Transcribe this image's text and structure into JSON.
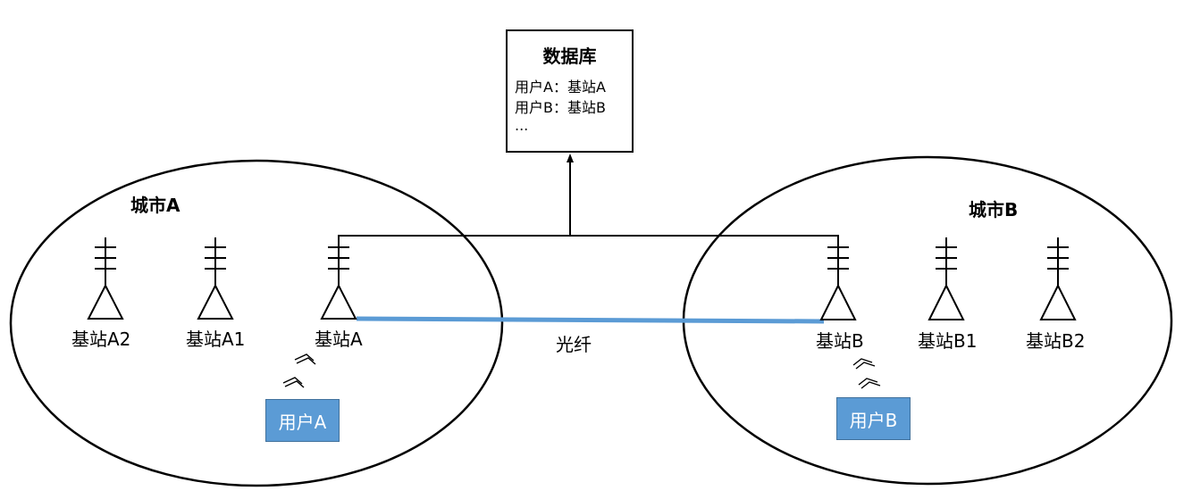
{
  "database": {
    "title": "数据库",
    "lines": [
      "用户A：基站A",
      "用户B：基站B",
      "..."
    ]
  },
  "cities": {
    "a": {
      "label": "城市A"
    },
    "b": {
      "label": "城市B"
    }
  },
  "stations": {
    "a2": "基站A2",
    "a1": "基站A1",
    "a": "基站A",
    "b": "基站B",
    "b1": "基站B1",
    "b2": "基站B2"
  },
  "fiber": {
    "label": "光纤",
    "color": "#5b9bd5"
  },
  "users": {
    "a": "用户A",
    "b": "用户B"
  },
  "colors": {
    "user_box": "#5b9bd5",
    "line": "#000000"
  }
}
